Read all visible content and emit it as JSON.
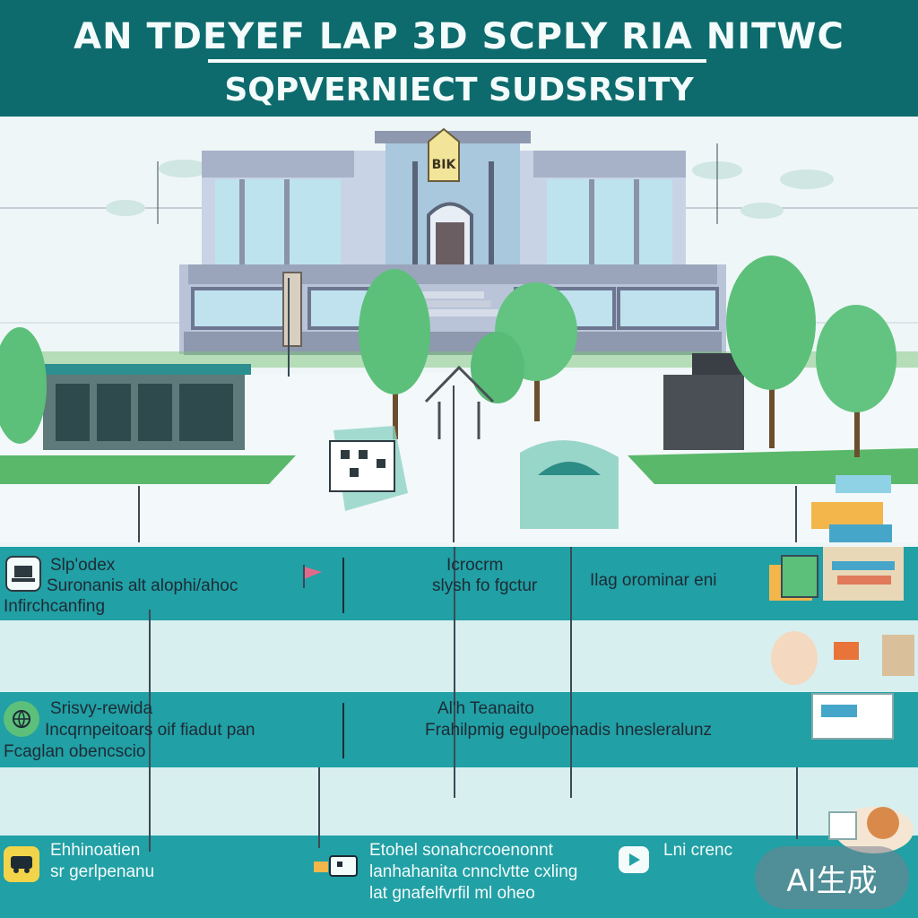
{
  "header": {
    "title_line1": "AN TDEYEF LAP 3D SCPLY RIA NITWC",
    "title_line2": "SQPVERNIECT SUDSRSITY"
  },
  "sign": {
    "label": "BIK"
  },
  "rows": [
    {
      "cells": [
        {
          "lines": [
            "Slp'odex",
            "Suronanis alt alophi/ahoc",
            "Infirchcanfing"
          ]
        },
        {
          "lines": [
            "Icrocrm",
            "slysh fo fgctur"
          ]
        },
        {
          "lines": [
            "Ilag orominar eni"
          ]
        }
      ]
    },
    {
      "cells": [
        {
          "lines": [
            "Srisvy-rewida",
            "Incqrnpeitoars oif fiadut pan",
            "Fcaglan obencscio"
          ]
        },
        {
          "lines": [
            "Al'h Teanaito",
            "Frahilpmig egulpoenadis hnesleralunz"
          ]
        }
      ]
    },
    {
      "cells": [
        {
          "lines": [
            "Ehhinoatien",
            "sr gerlpenanu"
          ]
        },
        {
          "lines": [
            "Etohel sonahcrcoenonnt",
            "lanhahanita cnnclvtte cxling",
            "lat gnafelfvrfil ml oheo"
          ]
        },
        {
          "lines": [
            "Lni crenc"
          ]
        }
      ]
    }
  ],
  "watermark": {
    "text": "AI生成"
  },
  "colors": {
    "header": "#0e6b6d",
    "band": "#21a0a5",
    "tree": "#5cc07a",
    "grass": "#5ab86a",
    "building": "#b9c4d8"
  }
}
